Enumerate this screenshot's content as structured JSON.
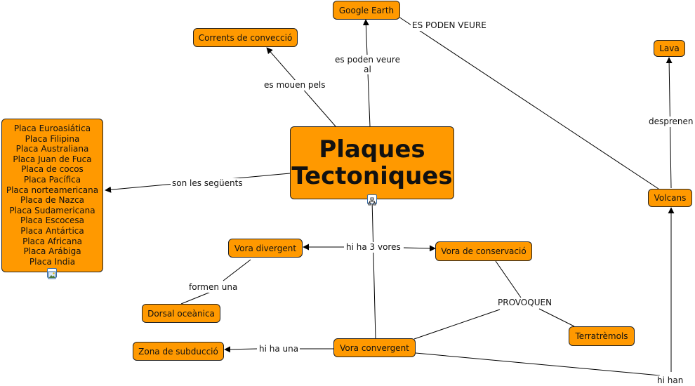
{
  "main": {
    "line1": "Plaques",
    "line2": "Tectoniques"
  },
  "nodes": {
    "google_earth": "Google Earth",
    "corrents": "Corrents de convecció",
    "lava": "Lava",
    "volcans": "Volcans",
    "vora_divergent": "Vora divergent",
    "vora_conservacio": "Vora de conservació",
    "dorsal": "Dorsal oceànica",
    "terratremols": "Terratrèmols",
    "zona_subduccio": "Zona de subducció",
    "vora_convergent": "Vora convergent"
  },
  "plates": [
    "Placa Euroasiática",
    "Placa Filipina",
    "Placa Australiana",
    "Placa Juan de Fuca",
    "Placa de cocos",
    "Placa Pacífica",
    "Placa norteamericana",
    "Placa de Nazca",
    "Placa Sudamericana",
    "Placa Escocesa",
    "Placa Antártica",
    "Placa Africana",
    "Placa Arábiga",
    "Placa India"
  ],
  "links": {
    "es_poden_veure_caps": "ES PODEN VEURE",
    "es_poden_veure_al_1": "es poden veure",
    "es_poden_veure_al_2": "al",
    "es_mouen_pels": "es mouen pels",
    "son_les_seguents": "son les següents",
    "desprenen": "desprenen",
    "hi_ha_3_vores": "hi ha 3 vores",
    "formen_una": "formen una",
    "provoquen": "PROVOQUEN",
    "hi_ha_una": "hi ha una",
    "hi_han": "hi han"
  },
  "colors": {
    "node_fill": "#ff9900",
    "line": "#000000",
    "background": "#ffffff"
  }
}
